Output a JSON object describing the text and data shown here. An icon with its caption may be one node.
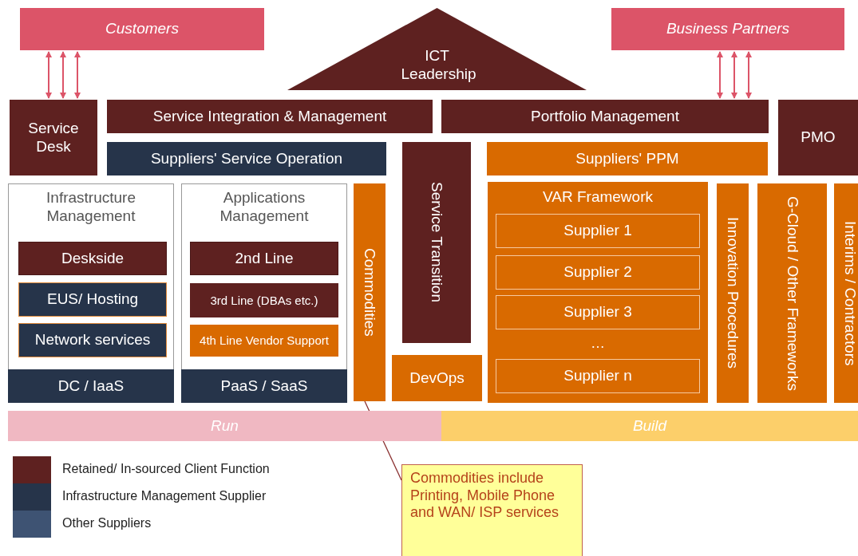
{
  "diagram": {
    "nodes": [
      {
        "text": [
          "Customers"
        ]
      },
      {
        "text": [
          "Business Partners"
        ]
      },
      {
        "text": [
          "ICT Leadership"
        ]
      },
      {
        "text": [
          "Service Desk"
        ]
      },
      {
        "text": [
          "Service Integration & Management"
        ]
      },
      {
        "text": [
          "Portfolio Management"
        ]
      },
      {
        "text": [
          "PMO"
        ]
      },
      {
        "text": [
          "Suppliers' Service Operation"
        ]
      },
      {
        "text": [
          "Suppliers' PPM"
        ]
      },
      {
        "text": [
          "Infrastructure Management"
        ]
      },
      {
        "text": [
          "Deskside"
        ],
        "in": 9
      },
      {
        "text": [
          "EUS/ Hosting"
        ],
        "in": 9
      },
      {
        "text": [
          "Network services"
        ],
        "in": 9
      },
      {
        "text": [
          "DC / IaaS"
        ],
        "in": 9
      },
      {
        "text": [
          "Applications Management"
        ]
      },
      {
        "text": [
          "2nd Line"
        ],
        "in": 14
      },
      {
        "text": [
          "3rd Line (DBAs etc.)"
        ],
        "in": 14
      },
      {
        "text": [
          "4th Line Vendor Support"
        ],
        "in": 14
      },
      {
        "text": [
          "PaaS / SaaS"
        ],
        "in": 14
      },
      {
        "text": [
          "Commodities"
        ]
      },
      {
        "text": [
          "Service Transition"
        ]
      },
      {
        "text": [
          "DevOps"
        ]
      },
      {
        "text": [
          "VAR Framework"
        ]
      },
      {
        "text": [
          "Supplier 1"
        ],
        "in": 22
      },
      {
        "text": [
          "Supplier 2"
        ],
        "in": 22
      },
      {
        "text": [
          "Supplier 3"
        ],
        "in": 22
      },
      {
        "text": [
          "Supplier n"
        ],
        "in": 22
      },
      {
        "text": [
          "Innovation Procedures"
        ]
      },
      {
        "text": [
          "G-Cloud / Other Frameworks"
        ]
      },
      {
        "text": [
          "Interims / Contractors"
        ]
      },
      {
        "text": [
          "Run"
        ]
      },
      {
        "text": [
          "Build"
        ]
      },
      {
        "text": [
          "Commodities include Printing, Mobile Phone and WAN/ ISP services"
        ]
      }
    ],
    "edges": [
      {
        "from": 0,
        "to": 3,
        "arrow": "both"
      },
      {
        "from": 0,
        "to": 3,
        "arrow": "both"
      },
      {
        "from": 0,
        "to": 3,
        "arrow": "both"
      },
      {
        "from": 1,
        "to": 5,
        "arrow": "both"
      },
      {
        "from": 1,
        "to": 5,
        "arrow": "both"
      },
      {
        "from": 1,
        "to": 5,
        "arrow": "both"
      },
      {
        "from": 32,
        "to": 19,
        "arrow": "none"
      }
    ],
    "labels": [
      "…"
    ],
    "legend": [
      {
        "text": "Retained/ In-sourced Client Function",
        "color": "#5e2120"
      },
      {
        "text": "Infrastructure Management Supplier",
        "color": "#26344a"
      },
      {
        "text": "Other Suppliers",
        "color": "#3e5373"
      }
    ]
  }
}
